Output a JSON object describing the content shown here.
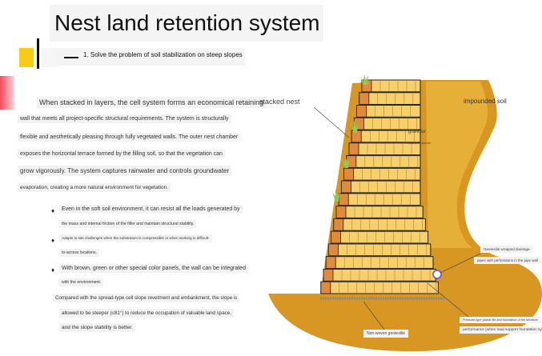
{
  "slide": {
    "title": "Nest land retention system",
    "subtitle": "1. Solve the problem of soil stabilization on steep slopes"
  },
  "body": {
    "paragraph_lines": [
      "When stacked in layers, the cell system forms an economical retaining",
      "wall that meets all project-specific structural requirements. The system is structurally",
      "flexible and aesthetically pleasing through fully vegetated walls. The outer nest chamber",
      "exposes the horizontal terrace formed by the filling soil, so that the vegetation can",
      "grow vigorously. The system captures rainwater and controls groundwater",
      "evaporation, creating a more natural environment for vegetation."
    ],
    "bullets": [
      {
        "lines": [
          "Even in the soft soil environment, it can resist all the loads generated by",
          "the mass and internal friction of the filler and maintain structural stability."
        ]
      },
      {
        "lines": [
          "Adapts to site challenges when the substratum is compressible or when working in difficult-",
          "to-access locations."
        ]
      },
      {
        "lines": [
          "With brown, green or other special color panels, the wall can be integrated",
          "with the environment."
        ]
      }
    ],
    "closing_lines": [
      "Compared with the spread-type cell slope revetment and embankment, the slope is",
      "allowed to be steeper (≤81°) to reduce the occupation of valuable land space,",
      "and the slope stability is better."
    ]
  },
  "diagram": {
    "labels": {
      "stacked_nest": "stacked nest",
      "impounded_soil": "impounded soil",
      "granular": "granular",
      "backfill": "backfill material",
      "geotextile_1": "Geotextile wrapped drainage",
      "geotextile_2": "pipes with perforations in the pipe wall",
      "perf_1": "Pressure-type plastic file and foundation of the structure",
      "perf_2": "performance (when load support foundation system)",
      "non_woven": "Non-woven geotextile"
    },
    "colors": {
      "soil": "#d89622",
      "soil_light": "#f3c64a",
      "cell_fill": "#f7cf6b",
      "cell_dark": "#e08a3c",
      "outline": "#222222",
      "vegetation": "#8fca54"
    }
  }
}
